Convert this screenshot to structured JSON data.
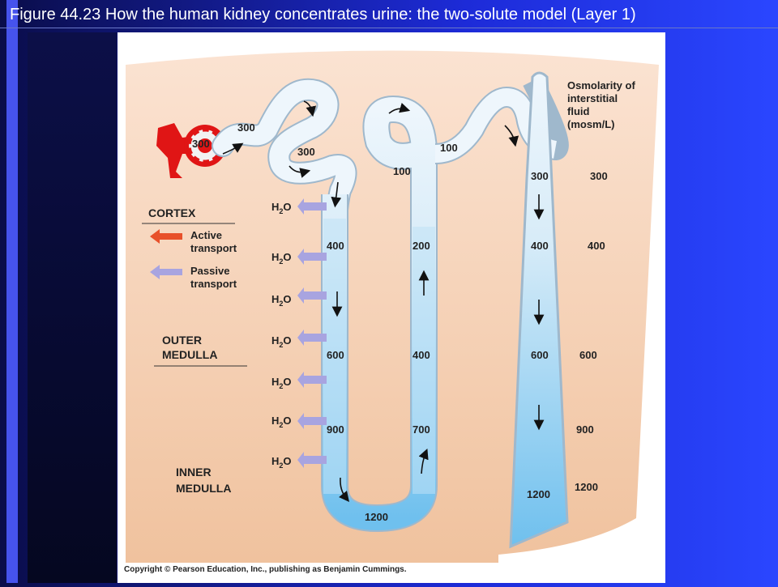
{
  "slide": {
    "title": "Figure 44.23  How the human kidney concentrates urine: the two-solute model (Layer 1)"
  },
  "colors": {
    "background": "#1d2bd8",
    "tissue": "#f3c9a8",
    "tubule_light": "#e6f2fb",
    "tubule_dark": "#7cc6ef",
    "blood": "#e01515",
    "passive_arrow": "#a8a4e0",
    "active_arrow": "#e8502a"
  },
  "diagram": {
    "legend": {
      "osmolarity_header": [
        "Osmolarity of",
        "interstitial",
        "fluid",
        "(mosm/L)"
      ],
      "active": [
        "Active",
        "transport"
      ],
      "passive": [
        "Passive",
        "transport"
      ]
    },
    "regions": {
      "cortex": "CORTEX",
      "outer_medulla": [
        "OUTER",
        "MEDULLA"
      ],
      "inner_medulla": [
        "INNER",
        "MEDULLA"
      ]
    },
    "water_label": "H",
    "water_sub": "2",
    "water_suffix": "O",
    "tubule_values": {
      "glomerulus": "300",
      "proximal_a": "300",
      "proximal_b": "300",
      "descending": [
        "400",
        "600",
        "900"
      ],
      "bottom": "1200",
      "ascending": [
        "200",
        "400",
        "700"
      ],
      "ascending_top": "100",
      "distal": "100",
      "collecting": [
        "300",
        "400",
        "600",
        "1200"
      ]
    },
    "interstitial_values": [
      "300",
      "400",
      "600",
      "900",
      "1200"
    ],
    "copyright": "Copyright © Pearson Education, Inc., publishing as Benjamin Cummings."
  }
}
